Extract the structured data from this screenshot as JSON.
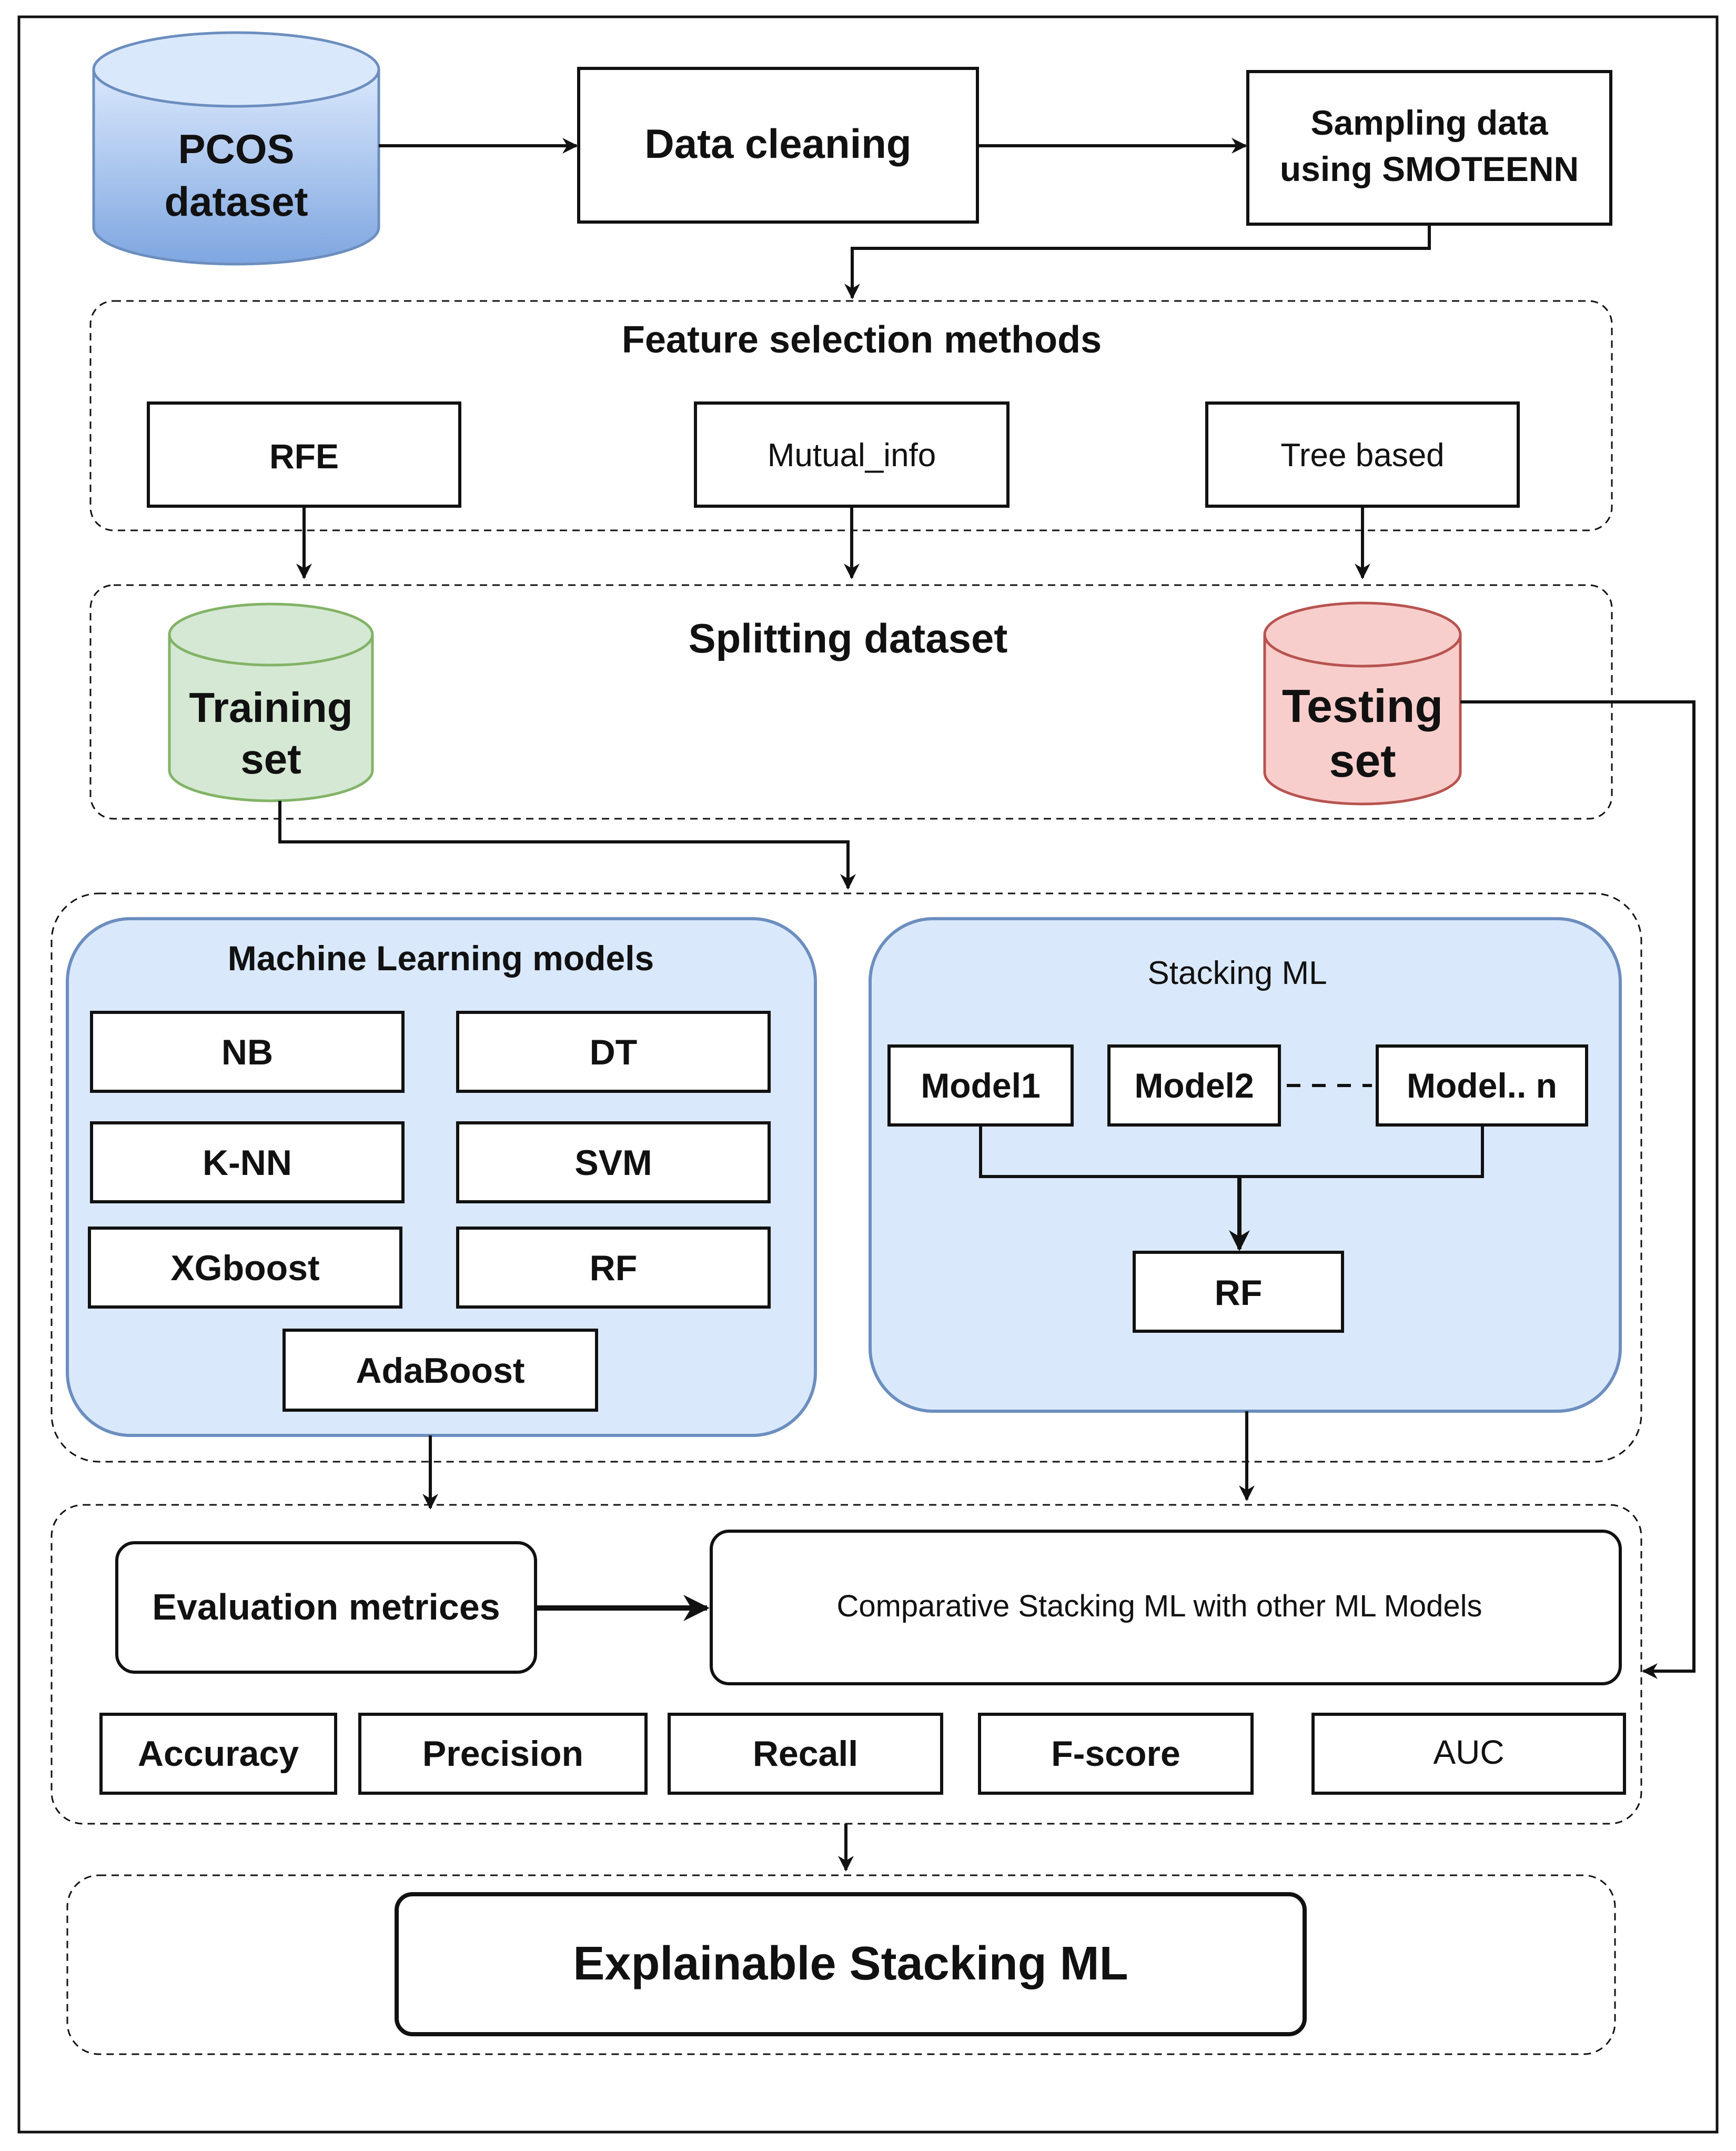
{
  "nodes": {
    "pcos_dataset": [
      "PCOS",
      "dataset"
    ],
    "data_cleaning": "Data cleaning",
    "sampling": [
      "Sampling data",
      "using SMOTEENN"
    ],
    "feature_selection_title": "Feature selection methods",
    "rfe": "RFE",
    "mutual_info": "Mutual_info",
    "tree_based": "Tree based",
    "splitting_title": "Splitting dataset",
    "training_set": [
      "Training",
      "set"
    ],
    "testing_set": [
      "Testing",
      "set"
    ],
    "ml_models_title": "Machine Learning models",
    "nb": "NB",
    "dt": "DT",
    "knn": "K-NN",
    "svm": "SVM",
    "xgboost": "XGboost",
    "rf_model": "RF",
    "adaboost": "AdaBoost",
    "stacking_title": "Stacking ML",
    "model1": "Model1",
    "model2": "Model2",
    "model_n": "Model.. n",
    "meta_rf": "RF",
    "evaluation_metrics": "Evaluation metrices",
    "comparative": "Comparative Stacking ML with other ML Models",
    "accuracy": "Accuracy",
    "precision": "Precision",
    "recall": "Recall",
    "f_score": "F-score",
    "auc": "AUC",
    "explainable": "Explainable Stacking ML"
  },
  "colors": {
    "cylinder_blue_top": "#dae8fc",
    "cylinder_blue_bottom": "#7ea6e0",
    "cylinder_blue_stroke": "#6c8ebf",
    "cylinder_green_fill": "#d5e8d4",
    "cylinder_green_stroke": "#82b366",
    "cylinder_red_fill": "#f8cecc",
    "cylinder_red_stroke": "#b85450",
    "panel_blue_fill": "#dae8fc",
    "panel_blue_stroke": "#6c8ebf",
    "stroke": "#111111"
  }
}
